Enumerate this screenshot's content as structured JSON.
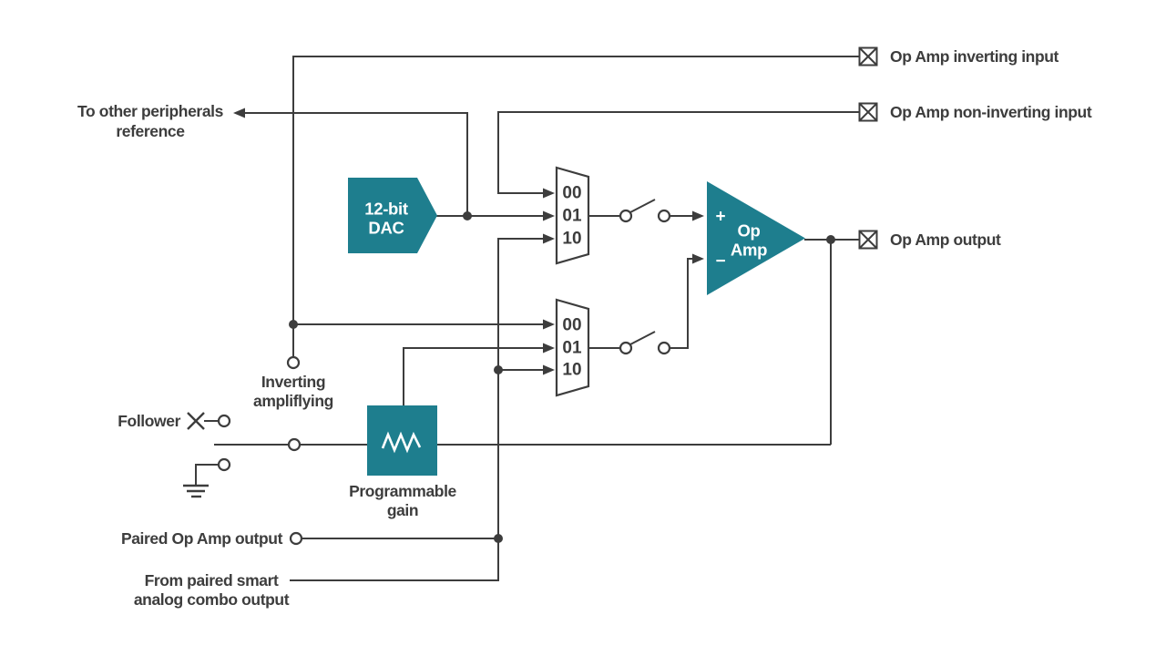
{
  "colors": {
    "teal": "#1e7e8e",
    "ink": "#3d3d3d",
    "background": "#ffffff"
  },
  "pins": [
    {
      "label": "Op Amp inverting input"
    },
    {
      "label": "Op Amp non-inverting input"
    },
    {
      "label": "Op Amp output"
    }
  ],
  "labels": {
    "peripherals_line1": "To other peripherals",
    "peripherals_line2": "reference",
    "inverting_line1": "Inverting",
    "inverting_line2": "ampliflying",
    "follower": "Follower",
    "gain_line1": "Programmable",
    "gain_line2": "gain",
    "paired_output": "Paired Op Amp output",
    "from_paired_line1": "From paired smart",
    "from_paired_line2": "analog combo output"
  },
  "blocks": {
    "dac_line1": "12-bit",
    "dac_line2": "DAC",
    "opamp_line1": "Op",
    "opamp_line2": "Amp",
    "opamp_plus": "+",
    "opamp_minus": "−"
  },
  "mux_upper": {
    "inputs": [
      "00",
      "01",
      "10"
    ]
  },
  "mux_lower": {
    "inputs": [
      "00",
      "01",
      "10"
    ]
  }
}
